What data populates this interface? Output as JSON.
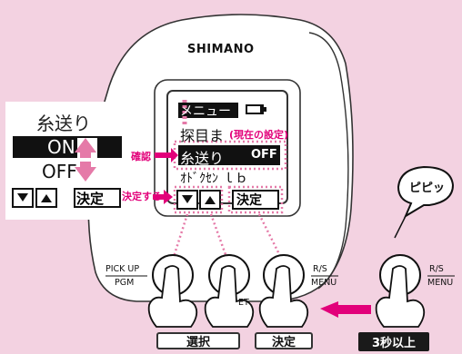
{
  "device": {
    "brand": "SHIMANO",
    "lcd": {
      "menu_title": "メニュー",
      "line2": "探目ま",
      "line2_note": "(現在の設定)",
      "line3_label": "糸送り",
      "line3_value": "OFF",
      "line4": "ｵﾄﾞｸｾﾝ  ｌｂ"
    },
    "buttons": {
      "pick_up": "PICK UP",
      "pgm": "PGM",
      "rs": "R/S",
      "menu": "MENU",
      "rs_right": "R/S",
      "menu_right": "MENU",
      "set_partial": "ET"
    }
  },
  "zoom_panel": {
    "title": "糸送り",
    "option_on": "ON",
    "option_off": "OFF",
    "keys": {
      "down": "▼",
      "up": "▲",
      "confirm": "決定"
    }
  },
  "annotations": {
    "confirm": "確認",
    "decide": "決定する",
    "speech": "ピピッ",
    "lcd_keys": {
      "down": "▼",
      "up": "▲",
      "confirm": "決定"
    }
  },
  "bottom_labels": {
    "select": "選択",
    "decide": "決定",
    "hold": "3秒以上"
  },
  "colors": {
    "background": "#f3d2e1",
    "accent_pink": "#e2007a",
    "dotted_pink": "#e57aa8",
    "device_body": "#ffffff",
    "outline": "#333333"
  }
}
